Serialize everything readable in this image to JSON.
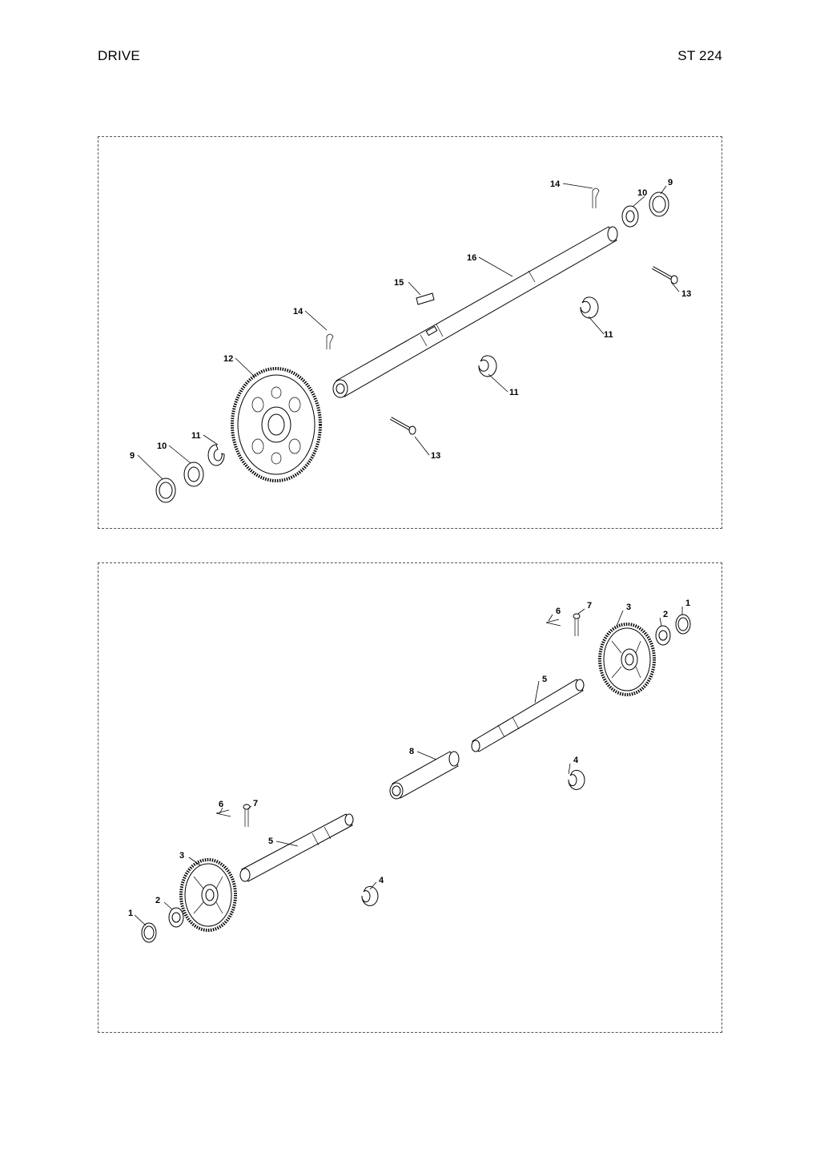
{
  "header": {
    "section_title": "DRIVE",
    "model": "ST 224"
  },
  "top_diagram": {
    "callouts": [
      {
        "id": "c14a",
        "label": "14"
      },
      {
        "id": "c10a",
        "label": "10"
      },
      {
        "id": "c9a",
        "label": "9"
      },
      {
        "id": "c16",
        "label": "16"
      },
      {
        "id": "c15",
        "label": "15"
      },
      {
        "id": "c13a",
        "label": "13"
      },
      {
        "id": "c14b",
        "label": "14"
      },
      {
        "id": "c11a",
        "label": "11"
      },
      {
        "id": "c12",
        "label": "12"
      },
      {
        "id": "c11b",
        "label": "11"
      },
      {
        "id": "c11c",
        "label": "11"
      },
      {
        "id": "c10b",
        "label": "10"
      },
      {
        "id": "c9b",
        "label": "9"
      },
      {
        "id": "c13b",
        "label": "13"
      }
    ]
  },
  "bottom_diagram": {
    "callouts": [
      {
        "id": "d6a",
        "label": "6"
      },
      {
        "id": "d7a",
        "label": "7"
      },
      {
        "id": "d3a",
        "label": "3"
      },
      {
        "id": "d2a",
        "label": "2"
      },
      {
        "id": "d1a",
        "label": "1"
      },
      {
        "id": "d5a",
        "label": "5"
      },
      {
        "id": "d8",
        "label": "8"
      },
      {
        "id": "d4a",
        "label": "4"
      },
      {
        "id": "d6b",
        "label": "6"
      },
      {
        "id": "d7b",
        "label": "7"
      },
      {
        "id": "d5b",
        "label": "5"
      },
      {
        "id": "d3b",
        "label": "3"
      },
      {
        "id": "d4b",
        "label": "4"
      },
      {
        "id": "d2b",
        "label": "2"
      },
      {
        "id": "d1b",
        "label": "1"
      }
    ]
  }
}
